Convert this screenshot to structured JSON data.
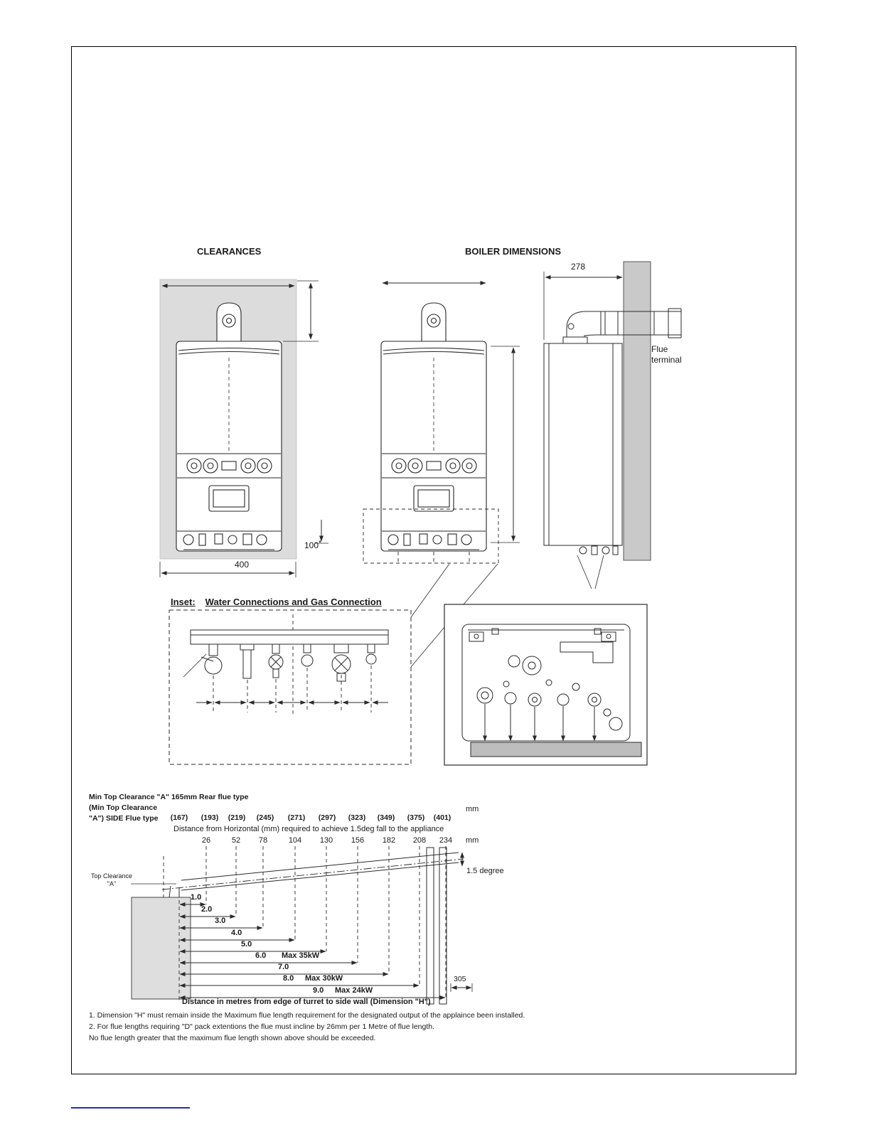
{
  "doc": {
    "headings": {
      "clearances": "CLEARANCES",
      "boiler_dimensions": "BOILER DIMENSIONS"
    },
    "clearances_view": {
      "width": "400",
      "bottom_clearance": "100",
      "bottom_clearance_note": "*"
    },
    "side_view": {
      "depth": "278",
      "flue_terminal": "Flue\nterminal"
    },
    "inset": {
      "label": "Inset:",
      "title": "Water Connections and Gas Connection"
    },
    "flue_chart": {
      "rear_line": "Min Top Clearance \"A\" 165mm Rear flue type",
      "side_line_1": "(Min Top Clearance",
      "side_line_2": "\"A\") SIDE Flue type",
      "side_values": [
        "(167)",
        "(193)",
        "(219)",
        "(245)",
        "(271)",
        "(297)",
        "(323)",
        "(349)",
        "(375)",
        "(401)"
      ],
      "side_units": "mm",
      "horizontal_title": "Distance from Horizontal (mm) required to achieve 1.5deg fall to the appliance",
      "horizontal_values": [
        "26",
        "52",
        "78",
        "104",
        "130",
        "156",
        "182",
        "208",
        "234"
      ],
      "horizontal_units": "mm",
      "degree_label": "1.5 degree",
      "top_clearance_label": "Top Clearance\n\"A\"",
      "row_labels": [
        "1.0",
        "2.0",
        "3.0",
        "4.0",
        "5.0",
        "6.0",
        "7.0",
        "8.0",
        "9.0"
      ],
      "row_notes": {
        "5": "Max 35kW",
        "7": "Max 30kW",
        "8": "Max 24kW"
      },
      "wall_dim": "305",
      "x_axis_caption": "Distance in metres from edge of turret to side wall (Dimension \"H\")"
    },
    "notes": [
      "1. Dimension \"H\" must remain inside the Maximum flue length requirement for the designated output of the applaince been installed.",
      "2. For flue lengths requiring \"D\" pack extentions the flue must incline by 26mm per 1 Metre of flue length.",
      "No flue length greater that the maximum flue length shown above should be exceeded."
    ]
  }
}
